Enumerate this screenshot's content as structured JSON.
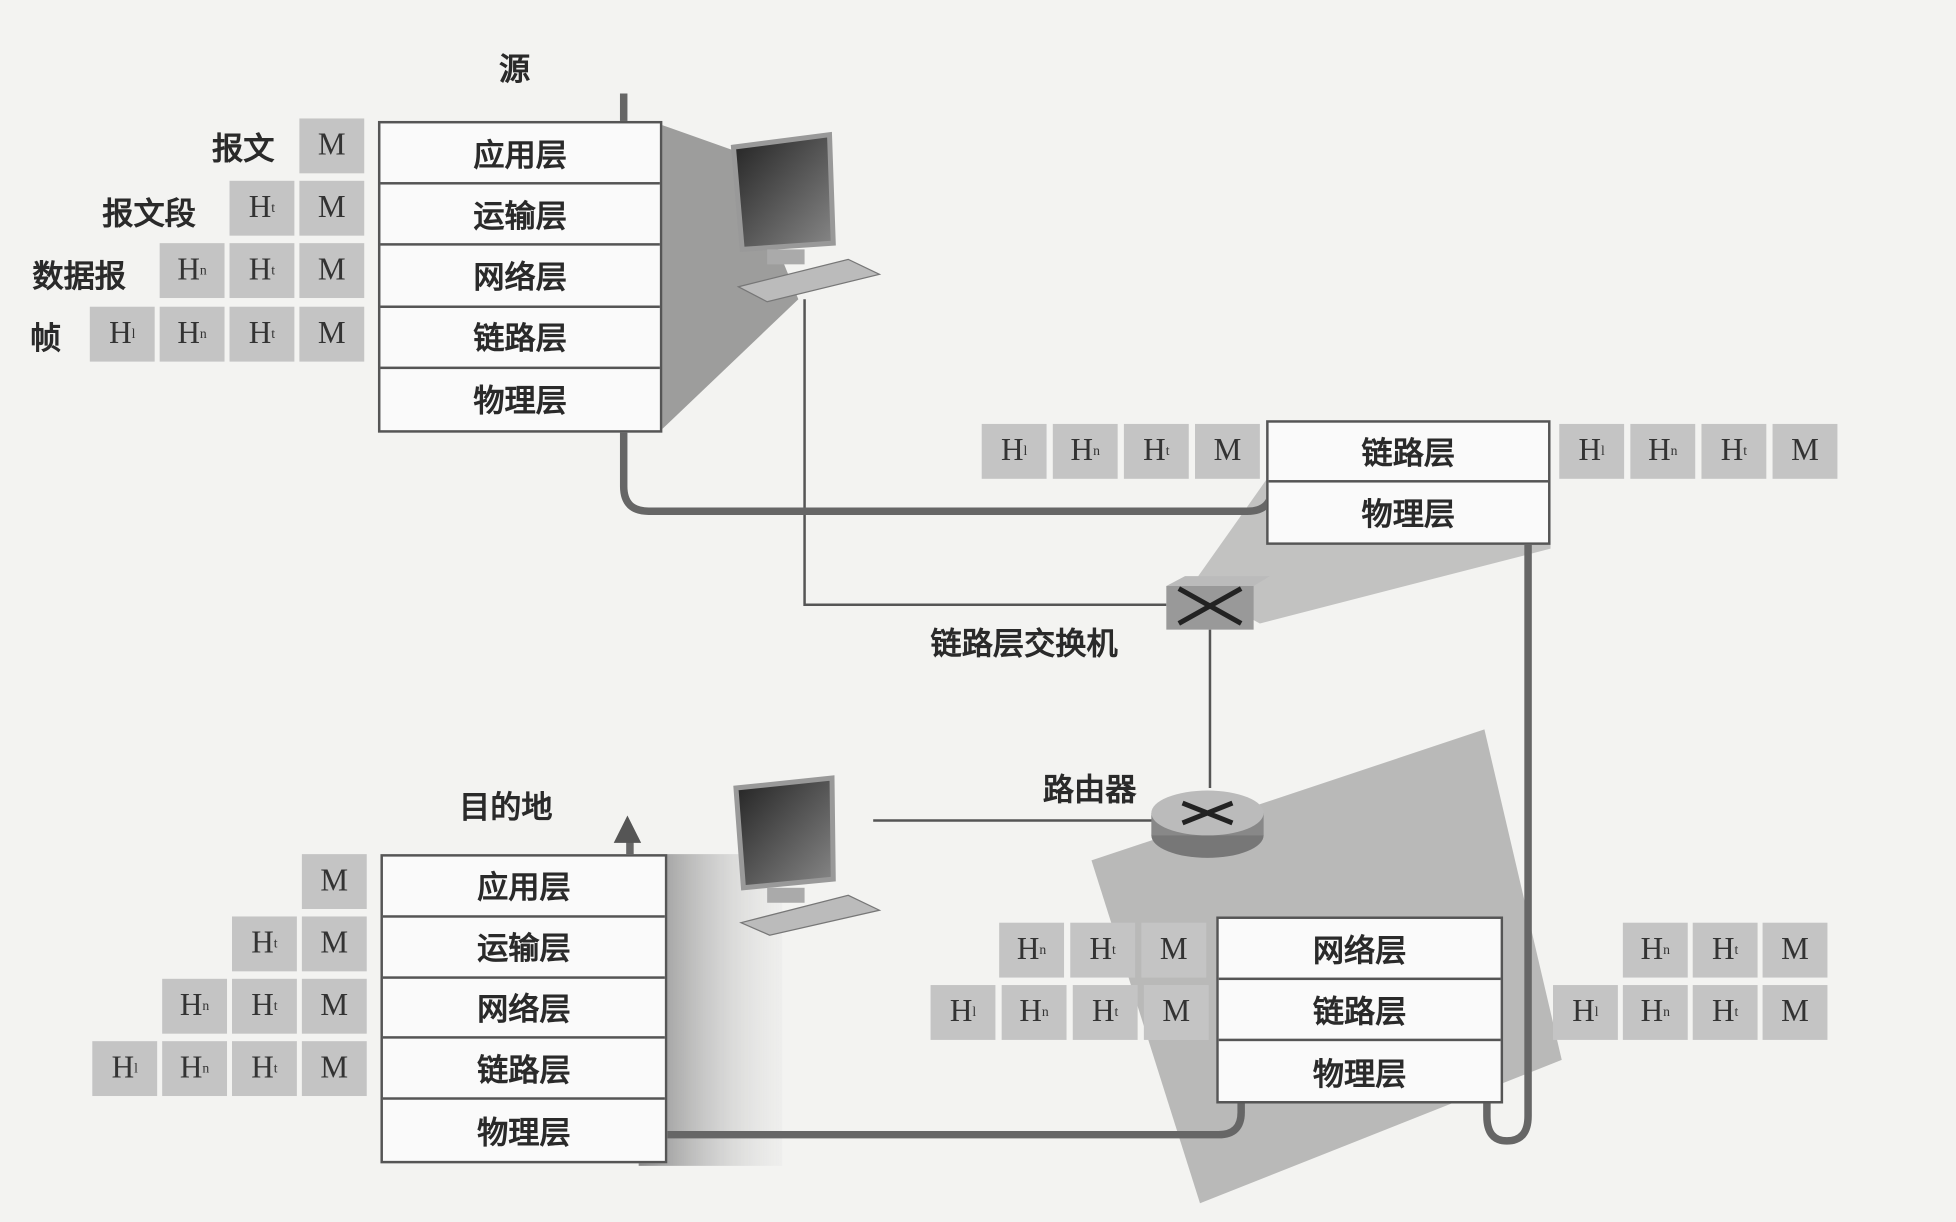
{
  "source": {
    "title": "源",
    "layers": [
      "应用层",
      "运输层",
      "网络层",
      "链路层",
      "物理层"
    ],
    "pdu_labels": [
      "报文",
      "报文段",
      "数据报",
      "帧"
    ],
    "packets": [
      [
        {
          "h": "M",
          "sub": ""
        }
      ],
      [
        {
          "h": "H",
          "sub": "t"
        },
        {
          "h": "M",
          "sub": ""
        }
      ],
      [
        {
          "h": "H",
          "sub": "n"
        },
        {
          "h": "H",
          "sub": "t"
        },
        {
          "h": "M",
          "sub": ""
        }
      ],
      [
        {
          "h": "H",
          "sub": "l"
        },
        {
          "h": "H",
          "sub": "n"
        },
        {
          "h": "H",
          "sub": "t"
        },
        {
          "h": "M",
          "sub": ""
        }
      ]
    ]
  },
  "switch": {
    "label": "链路层交换机",
    "layers": [
      "链路层",
      "物理层"
    ],
    "packets_in": [
      [
        {
          "h": "H",
          "sub": "l"
        },
        {
          "h": "H",
          "sub": "n"
        },
        {
          "h": "H",
          "sub": "t"
        },
        {
          "h": "M",
          "sub": ""
        }
      ]
    ],
    "packets_out": [
      [
        {
          "h": "H",
          "sub": "l"
        },
        {
          "h": "H",
          "sub": "n"
        },
        {
          "h": "H",
          "sub": "t"
        },
        {
          "h": "M",
          "sub": ""
        }
      ]
    ]
  },
  "router": {
    "label": "路由器",
    "layers": [
      "网络层",
      "链路层",
      "物理层"
    ],
    "packets_left": [
      [
        {
          "h": "H",
          "sub": "n"
        },
        {
          "h": "H",
          "sub": "t"
        },
        {
          "h": "M",
          "sub": ""
        }
      ],
      [
        {
          "h": "H",
          "sub": "l"
        },
        {
          "h": "H",
          "sub": "n"
        },
        {
          "h": "H",
          "sub": "t"
        },
        {
          "h": "M",
          "sub": ""
        }
      ]
    ],
    "packets_right": [
      [
        {
          "h": "H",
          "sub": "n"
        },
        {
          "h": "H",
          "sub": "t"
        },
        {
          "h": "M",
          "sub": ""
        }
      ],
      [
        {
          "h": "H",
          "sub": "l"
        },
        {
          "h": "H",
          "sub": "n"
        },
        {
          "h": "H",
          "sub": "t"
        },
        {
          "h": "M",
          "sub": ""
        }
      ]
    ]
  },
  "destination": {
    "title": "目的地",
    "layers": [
      "应用层",
      "运输层",
      "网络层",
      "链路层",
      "物理层"
    ],
    "packets": [
      [
        {
          "h": "M",
          "sub": ""
        }
      ],
      [
        {
          "h": "H",
          "sub": "t"
        },
        {
          "h": "M",
          "sub": ""
        }
      ],
      [
        {
          "h": "H",
          "sub": "n"
        },
        {
          "h": "H",
          "sub": "t"
        },
        {
          "h": "M",
          "sub": ""
        }
      ],
      [
        {
          "h": "H",
          "sub": "l"
        },
        {
          "h": "H",
          "sub": "n"
        },
        {
          "h": "H",
          "sub": "t"
        },
        {
          "h": "M",
          "sub": ""
        }
      ]
    ]
  },
  "colors": {
    "packet": "#c4c4c4",
    "line": "#666666",
    "shade": "#8a8a8a"
  }
}
